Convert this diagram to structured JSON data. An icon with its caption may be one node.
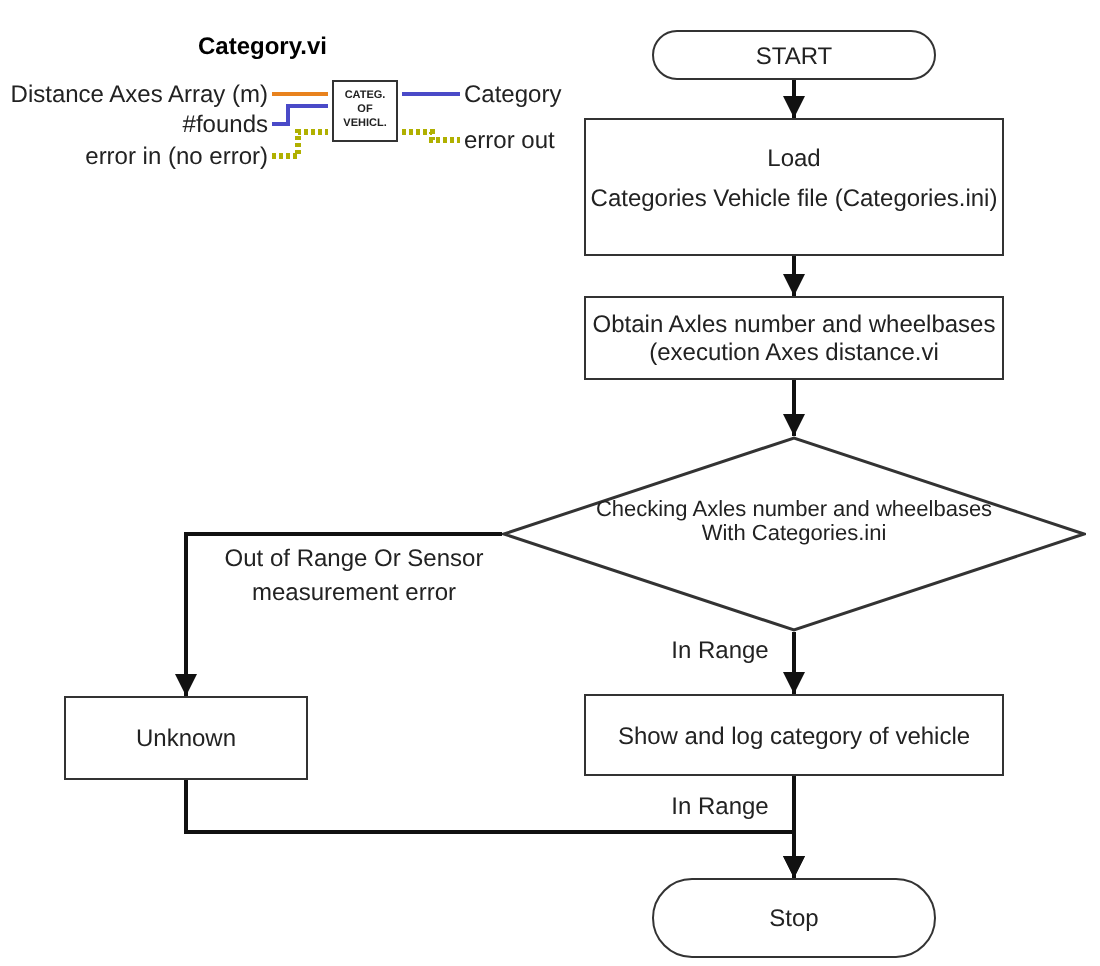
{
  "diagram": {
    "nodes": [
      {
        "text": [
          "Distance Axes Array (m)"
        ]
      },
      {
        "text": [
          "CATEG. OF VEHICL."
        ]
      },
      {
        "text": [
          "Category"
        ]
      },
      {
        "text": [
          "#founds"
        ]
      },
      {
        "text": [
          "error in (no error)"
        ]
      },
      {
        "text": [
          "error out"
        ]
      },
      {
        "text": [
          "START"
        ]
      },
      {
        "text": [
          "Load",
          "Categories Vehicle file (Categories.ini)"
        ]
      },
      {
        "text": [
          "Obtain Axles number and wheelbases (execution Axes distance.vi"
        ]
      },
      {
        "text": [
          "Checking Axles number and wheelbases",
          "With Categories.ini"
        ]
      },
      {
        "text": [
          "Unknown"
        ]
      },
      {
        "text": [
          "Show and log category of vehicle"
        ]
      },
      {
        "text": [
          "Stop"
        ]
      }
    ],
    "edges": [
      {
        "from": 0,
        "to": 1,
        "arrow": "none",
        "color": "#e8821e"
      },
      {
        "from": 3,
        "to": 1,
        "arrow": "none",
        "color": "#4a4ac8"
      },
      {
        "from": 4,
        "to": 1,
        "arrow": "none",
        "style": "dashed",
        "color": "#b0b000"
      },
      {
        "from": 1,
        "to": 2,
        "arrow": "none",
        "color": "#4a4ac8"
      },
      {
        "from": 1,
        "to": 5,
        "arrow": "none",
        "style": "dashed",
        "color": "#b0b000"
      },
      {
        "from": 6,
        "to": 7,
        "arrow": "to"
      },
      {
        "from": 7,
        "to": 8,
        "arrow": "to"
      },
      {
        "from": 8,
        "to": 9,
        "arrow": "to"
      },
      {
        "from": 9,
        "to": 10,
        "arrow": "to",
        "label": "Out of Range Or Sensor measurement error"
      },
      {
        "from": 9,
        "to": 11,
        "arrow": "to",
        "label": "In Range"
      },
      {
        "from": 11,
        "to": 12,
        "arrow": "to",
        "label": "In Range"
      },
      {
        "from": 10,
        "to": 12,
        "arrow": "to"
      }
    ],
    "labels": [
      "Category.vi"
    ]
  }
}
